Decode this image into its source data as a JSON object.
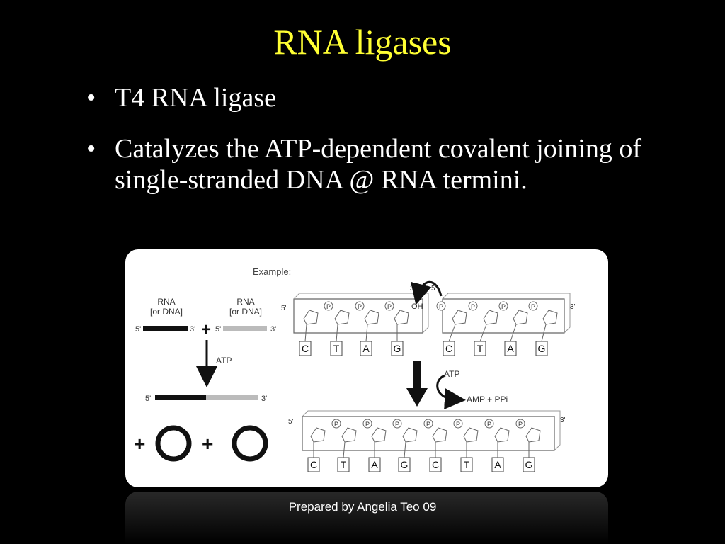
{
  "slide": {
    "title": "RNA ligases",
    "bullets": [
      "T4 RNA ligase",
      "Catalyzes the ATP-dependent covalent joining of single-stranded DNA @ RNA termini."
    ],
    "bullet_symbol": "•",
    "footer": "Prepared by Angelia Teo 09",
    "title_color": "#ffff33"
  },
  "diagram": {
    "example_label": "Example:",
    "left": {
      "strand1_line1": "RNA",
      "strand1_line2": "[or DNA]",
      "strand2_line1": "RNA",
      "strand2_line2": "[or DNA]",
      "five_prime": "5'",
      "three_prime": "3'",
      "plus": "+",
      "atp": "ATP",
      "product_five": "5'",
      "product_three": "3'",
      "circle_plus_1": "+",
      "circle_plus_2": "+"
    },
    "right": {
      "top_five_left": "5'",
      "top_three_mid": "3'",
      "top_five_mid": "5'",
      "top_three_right": "3'",
      "oh": "OH",
      "p_label": "P",
      "bases_left": [
        "C",
        "T",
        "A",
        "G"
      ],
      "bases_right": [
        "C",
        "T",
        "A",
        "G"
      ],
      "atp": "ATP",
      "amp_ppi": "AMP + PPi",
      "bottom_five": "5'",
      "bottom_three": "3'",
      "bases_bottom": [
        "C",
        "T",
        "A",
        "G",
        "C",
        "T",
        "A",
        "G"
      ]
    }
  }
}
